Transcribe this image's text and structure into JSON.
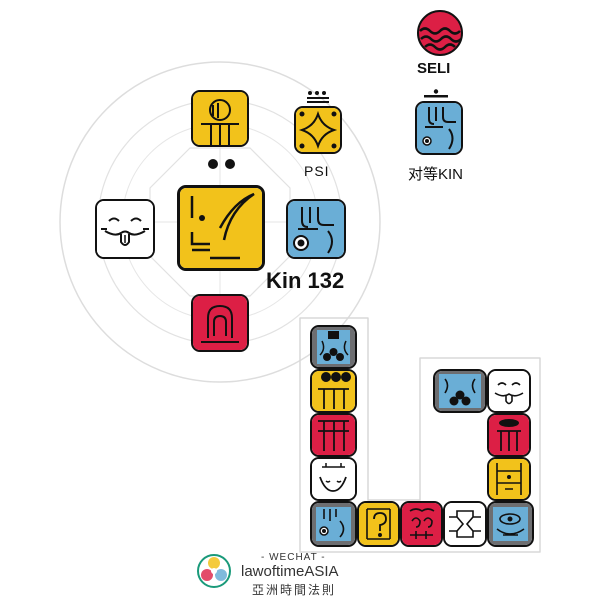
{
  "main": {
    "kin_label": "Kin 132",
    "center_color": "yellow",
    "analog_color": "blue",
    "antipode_color": "white",
    "guide_color": "yellow",
    "occult_color": "red"
  },
  "psi": {
    "label": "PSI",
    "color": "yellow"
  },
  "seli": {
    "label": "SELI",
    "color": "red"
  },
  "pair": {
    "label": "对等KIN",
    "color": "blue"
  },
  "colors": {
    "yellow": "#f2c21b",
    "blue": "#6aaed6",
    "red": "#dc1f45",
    "white": "#ffffff",
    "gray": "#6d6e71",
    "ring": "#d6d6d6"
  },
  "wavespell": {
    "column_colors": [
      "blue",
      "yellow",
      "red",
      "white"
    ],
    "bottom_colors": [
      "blue",
      "yellow",
      "red",
      "white",
      "blue"
    ],
    "right_colors": [
      "blue",
      "white",
      "red",
      "yellow"
    ]
  },
  "footer": {
    "wechat": "- WECHAT -",
    "brand": "lawoftimeASIA",
    "subtitle": "亞洲時間法則"
  }
}
